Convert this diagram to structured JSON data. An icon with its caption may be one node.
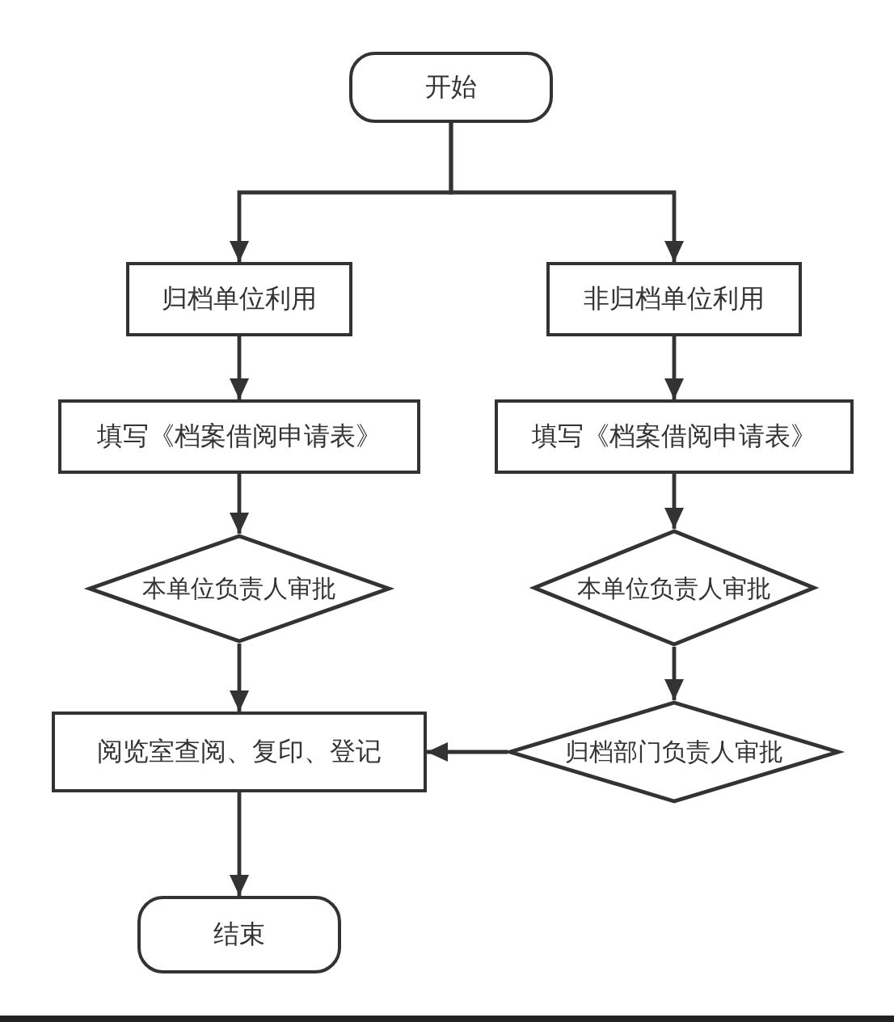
{
  "diagram": {
    "nodes": [
      {
        "text": [
          "开始"
        ]
      },
      {
        "text": [
          "归档单位利用"
        ]
      },
      {
        "text": [
          "非归档单位利用"
        ]
      },
      {
        "text": [
          "填写《档案借阅申请表》"
        ]
      },
      {
        "text": [
          "填写《档案借阅申请表》"
        ]
      },
      {
        "text": [
          "本单位负责人审批"
        ]
      },
      {
        "text": [
          "本单位负责人审批"
        ]
      },
      {
        "text": [
          "阅览室查阅、复印、登记"
        ]
      },
      {
        "text": [
          "归档部门负责人审批"
        ]
      },
      {
        "text": [
          "结束"
        ]
      }
    ],
    "edges": [
      {
        "from": 0,
        "to": 1,
        "arrow": "to"
      },
      {
        "from": 0,
        "to": 2,
        "arrow": "to"
      },
      {
        "from": 1,
        "to": 3,
        "arrow": "to"
      },
      {
        "from": 2,
        "to": 4,
        "arrow": "to"
      },
      {
        "from": 3,
        "to": 5,
        "arrow": "to"
      },
      {
        "from": 4,
        "to": 6,
        "arrow": "to"
      },
      {
        "from": 5,
        "to": 7,
        "arrow": "to"
      },
      {
        "from": 6,
        "to": 8,
        "arrow": "to"
      },
      {
        "from": 8,
        "to": 7,
        "arrow": "to"
      },
      {
        "from": 7,
        "to": 9,
        "arrow": "to"
      }
    ]
  }
}
